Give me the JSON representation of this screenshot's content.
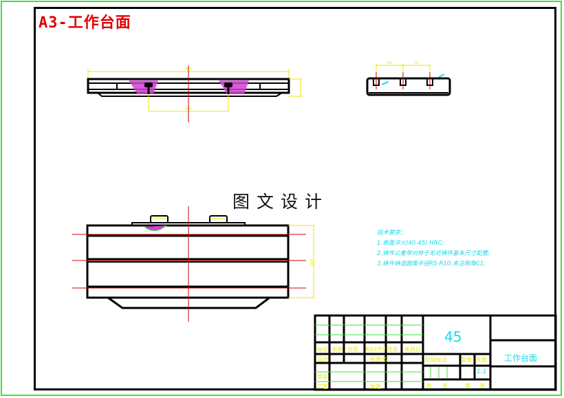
{
  "drawing": {
    "title": "A3-工作台面",
    "watermark": "图文设计",
    "colors": {
      "outer_border": "#3ee03e",
      "frame": "#000000",
      "title": "#e00000",
      "dimension": "#e8e800",
      "centerline": "#d00000",
      "hatch": "#d040d0",
      "notes": "#19d9e8"
    }
  },
  "views": {
    "front": {
      "dim_total": "400",
      "dim_slot_spacing": "200",
      "dim_height": "45"
    },
    "side": {
      "dim_left": "50",
      "dim_right": "50"
    },
    "top": {
      "dim_height": "180"
    }
  },
  "notes": {
    "heading": "技术要求：",
    "items": [
      "1.表面淬火(40-45) HRC;",
      "2.铸件公差带对称于毛坯铸件基本尺寸配置;",
      "3.铸件铸造圆角半径R5-R10,未注倒角C1;"
    ]
  },
  "title_block": {
    "material": "45",
    "part_name": "工作台面",
    "scale": "1:1",
    "row_labels": [
      "标记",
      "处数",
      "分区",
      "更改文件号",
      "签名",
      "年月日"
    ],
    "design": "设计",
    "standardization": "标准化",
    "review": "审核",
    "process": "工艺",
    "approve": "批准",
    "stage_mark": "阶段标记",
    "weight": "重量",
    "ratio": "比例",
    "total": "共",
    "sheet": "张",
    "page": "第",
    "page_sheet": "张"
  }
}
